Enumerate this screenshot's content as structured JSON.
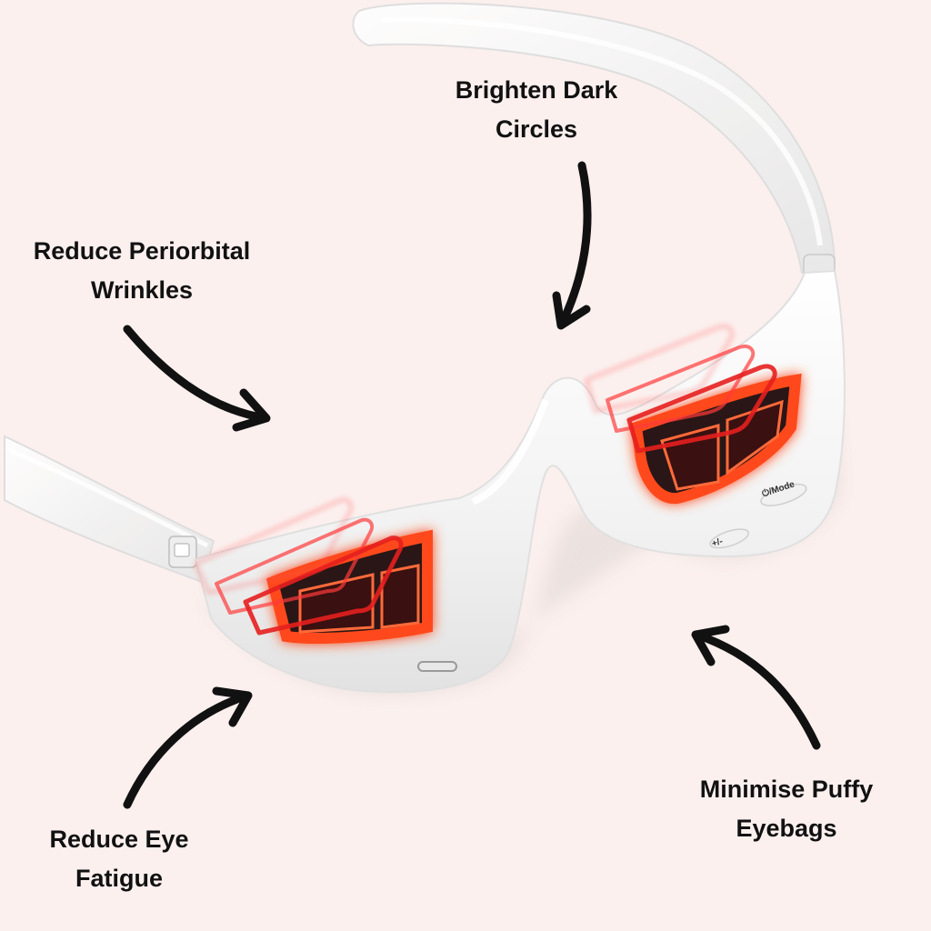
{
  "device": {
    "buttons": {
      "power_mode_label": "⏻/Mode",
      "plus_minus_label": "+/-"
    }
  },
  "labels": {
    "brighten": {
      "line1": "Brighten Dark",
      "line2": "Circles"
    },
    "wrinkles": {
      "line1": "Reduce Periorbital",
      "line2": "Wrinkles"
    },
    "fatigue": {
      "line1": "Reduce Eye",
      "line2": "Fatigue"
    },
    "eyebags": {
      "line1": "Minimise Puffy",
      "line2": "Eyebags"
    }
  },
  "colors": {
    "background": "#fbf0ee",
    "frame": "#f6f6f6",
    "glow": "#ff4a1c",
    "text": "#111111"
  }
}
